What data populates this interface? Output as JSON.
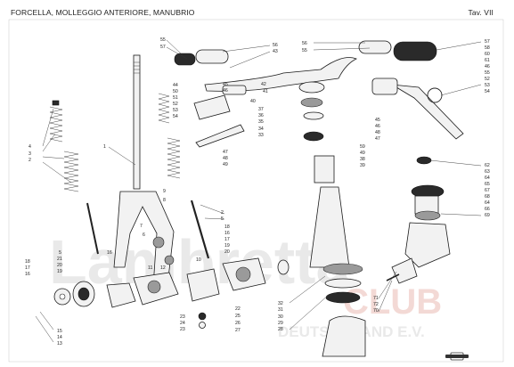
{
  "header": {
    "title": "FORCELLA, MOLLEGGIO ANTERIORE, MANUBRIO",
    "plate": "Tav. VII"
  },
  "watermark": {
    "line1": "Lambretta",
    "line2": "CLUB",
    "line3": "DEUTSCHLAND E.V."
  },
  "callouts": {
    "c1": "1",
    "c2": "2",
    "c3": "3",
    "c4": "4",
    "c5": "5",
    "c6": "6",
    "c7": "7",
    "c8": "8",
    "c9": "9",
    "c10": "10",
    "c11": "11",
    "c12": "12",
    "c13": "13",
    "c14": "14",
    "c15": "15",
    "c16": "16",
    "c17": "17",
    "c18": "18",
    "c19": "19",
    "c20": "20",
    "c21": "21",
    "c22": "22",
    "c23": "23",
    "c24": "24",
    "c25": "25",
    "c26": "26",
    "c27": "27",
    "c28": "28",
    "c29": "29",
    "c30": "30",
    "c31": "31",
    "c32": "32",
    "c33": "33",
    "c34": "34",
    "c35": "35",
    "c36": "36",
    "c37": "37",
    "c38": "38",
    "c39": "39",
    "c40": "40",
    "c41": "41",
    "c42": "42",
    "c43": "43",
    "c44": "44",
    "c45": "45",
    "c46": "46",
    "c47": "47",
    "c48": "48",
    "c49": "49",
    "c50": "50",
    "c51": "51",
    "c52": "52",
    "c53": "53",
    "c54": "54",
    "c55": "55",
    "c56": "56",
    "c57": "57",
    "c58": "58",
    "c59": "59",
    "c60": "60",
    "c61": "61",
    "c62": "62",
    "c63": "63",
    "c64": "64",
    "c65": "65",
    "c66": "66",
    "c67": "67",
    "c68": "68",
    "c69": "69",
    "c70": "70",
    "c71": "71",
    "c72": "72"
  }
}
